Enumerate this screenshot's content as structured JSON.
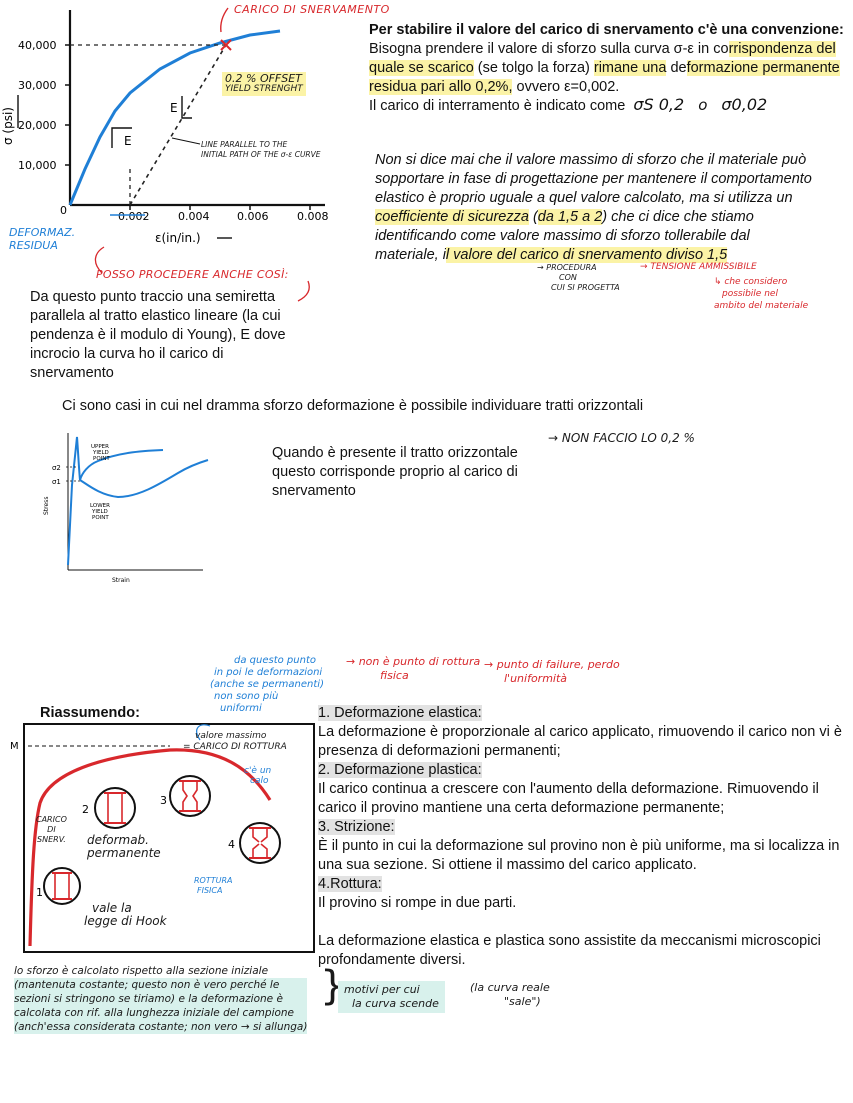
{
  "chart_data": [
    {
      "type": "line",
      "title": "",
      "xlabel": "ε(in/in.)",
      "ylabel": "σ (psi)",
      "xlim": [
        0,
        0.008
      ],
      "ylim": [
        0,
        47000
      ],
      "x_ticks": [
        "0",
        "0.002",
        "0.004",
        "0.006",
        "0.008"
      ],
      "y_ticks": [
        "10,000",
        "20,000",
        "30,000",
        "40,000"
      ],
      "series": [
        {
          "x": [
            0,
            0.0005,
            0.001,
            0.0015,
            0.002,
            0.003,
            0.004,
            0.005,
            0.006,
            0.007
          ],
          "y": [
            0,
            9000,
            17000,
            23500,
            28000,
            34000,
            38000,
            40500,
            42500,
            43500
          ]
        }
      ],
      "offset_line": {
        "x": [
          0.002,
          0.0052
        ],
        "y": [
          0,
          40000
        ]
      },
      "yield_point": {
        "x": 0.0052,
        "y": 40000
      }
    }
  ],
  "top_chart": {
    "y_ticks": [
      "10,000",
      "20,000",
      "30,000",
      "40,000"
    ],
    "x_ticks": [
      "0",
      "0.002",
      "0.004",
      "0.006",
      "0.008"
    ],
    "ylabel": "σ (psi)",
    "xlabel": "ε(in/in.)",
    "e_label_1": "E",
    "e_label_2": "E",
    "note_yield": "CARICO DI SNERVAMENTO",
    "note_offset_1": "0.2 % OFFSET",
    "note_offset_2": "YIELD STRENGHT",
    "note_line_1": "LINE PARALLEL TO THE",
    "note_line_2": "INITIAL PATH OF THE σ-ε CURVE",
    "note_deform_1": "DEFORMAZ.",
    "note_deform_2": "RESIDUA",
    "note_posso": "POSSO PROCEDERE ANCHE COSÌ:"
  },
  "left_text": "Da questo punto traccio una semiretta parallela al tratto elastico lineare (la cui pendenza è il modulo di Young), E dove incrocio la curva ho il carico di snervamento",
  "right_block": {
    "heading": "Per stabilire il valore del carico di snervamento c'è una convenzione:",
    "p1_a": "Bisogna prendere il valore di sforzo sulla curva σ-ε in co",
    "p1_b": "rrispondenza del quale se scarico",
    "p1_c": " (se tolgo la forza) ",
    "p1_d": "rimane una",
    "p1_e": "de",
    "p1_f": "formazione permanente residua pari allo 0,2%,",
    "p1_g": " ovvero ε=0,002.",
    "p2": "Il carico di interramento è indicato come",
    "p2_sym1": "σS 0,2",
    "p2_o": "o",
    "p2_sym2": "σ0,02",
    "p3_a": "Non si dice mai che il valore massimo di sforzo che il materiale può sopportare in fase di progettazione per mantenere il comportamento elastico è proprio uguale a quel valore calcolato, ma si utilizza un ",
    "p3_b": "coefficiente di sicurezza",
    "p3_c": " (",
    "p3_d": "da 1,5 a 2",
    "p3_e": ") che ci dice che stiamo identificando come valore massimo di sforzo tollerabile dal materiale, i",
    "p3_f": "l valore del carico di snervamento diviso 1,5",
    "note_proc_1": "→ PROCEDURA",
    "note_proc_2": "CON",
    "note_proc_3": "CUI SI PROGETTA",
    "note_tens": "→ TENSIONE AMMISSIBILE",
    "note_che_1": "↳ che considero",
    "note_che_2": "possibile nel",
    "note_che_3": "ambito del materiale"
  },
  "mid_sentence": "Ci sono casi in cui nel dramma sforzo deformazione è possibile individuare tratti orizzontali",
  "mid_chart": {
    "ylabel": "Stress",
    "xlabel": "Strain",
    "s2": "σ2",
    "s1": "σ1",
    "upper_1": "UPPER",
    "upper_2": "YIELD",
    "upper_3": "POINT",
    "lower_1": "LOWER",
    "lower_2": "YIELD",
    "lower_3": "POINT"
  },
  "mid_text": "Quando è presente il tratto orizzontale questo corrisponde proprio al carico di snervamento",
  "mid_note": "→ NON FACCIO LO 0,2 %",
  "summary": {
    "title": "Riassumendo:",
    "note_da_1": "da questo punto",
    "note_da_2": "in poi le deformazioni",
    "note_da_3": "(anche se permanenti)",
    "note_da_4": "non sono più",
    "note_da_5": "uniformi",
    "note_non_1": "→ non è punto di rottura",
    "note_non_2": "fisica",
    "note_punto_1": "→ punto di failure, perdo",
    "note_punto_2": "l'uniformità",
    "note_valore_1": "valore massimo",
    "note_valore_2": "= CARICO DI ROTTURA",
    "m_label": "M",
    "carico_1": "CARICO",
    "carico_2": "DI",
    "carico_3": "SNERV.",
    "deformab_1": "deformab.",
    "deformab_2": "permanente",
    "ce_1": "c'è un",
    "ce_2": "calo",
    "rottura_1": "ROTTURA",
    "rottura_2": "FISICA",
    "vale_1": "vale la",
    "vale_2": "legge di Hook",
    "n1": "1",
    "n2": "2",
    "n3": "3",
    "n4": "4"
  },
  "steps": [
    {
      "title": "1. Deformazione elastica:",
      "body": "La deformazione è proporzionale al carico applicato, rimuovendo il carico non vi è presenza di deformazioni permanenti;"
    },
    {
      "title": "2. Deformazione plastica:",
      "body": "Il carico continua a crescere con l'aumento della deformazione. Rimuovendo il carico il provino mantiene una certa deformazione permanente;"
    },
    {
      "title": "3. Strizione:",
      "body": "È il punto in cui la deformazione sul provino non è più uniforme, ma si localizza in una sua sezione. Si ottiene il massimo del carico applicato."
    },
    {
      "title": "4.Rottura:",
      "body": "Il provino si rompe in due parti."
    }
  ],
  "final_text": "La deformazione elastica e plastica sono assistite da meccanismi microscopici profondamente diversi.",
  "bottom_notes": {
    "lines": [
      "lo sforzo è calcolato rispetto alla sezione iniziale",
      "(mantenuta costante; questo non è vero perché le",
      "sezioni si stringono se tiriamo) e la deformazione è",
      "calcolata con rif. alla lunghezza iniziale del campione",
      "(anch'essa considerata costante; non vero → si allunga)"
    ],
    "motivi_1": "motivi per cui",
    "motivi_2": "la curva scende",
    "reale_1": "(la curva reale",
    "reale_2": "\"sale\")"
  },
  "colors": {
    "curve_blue": "#1f7fd6",
    "note_red": "#d8282c",
    "highlight_yellow": "#fbf3a6",
    "highlight_gray": "#e2e2e2",
    "highlight_teal": "#d8f1ec"
  }
}
